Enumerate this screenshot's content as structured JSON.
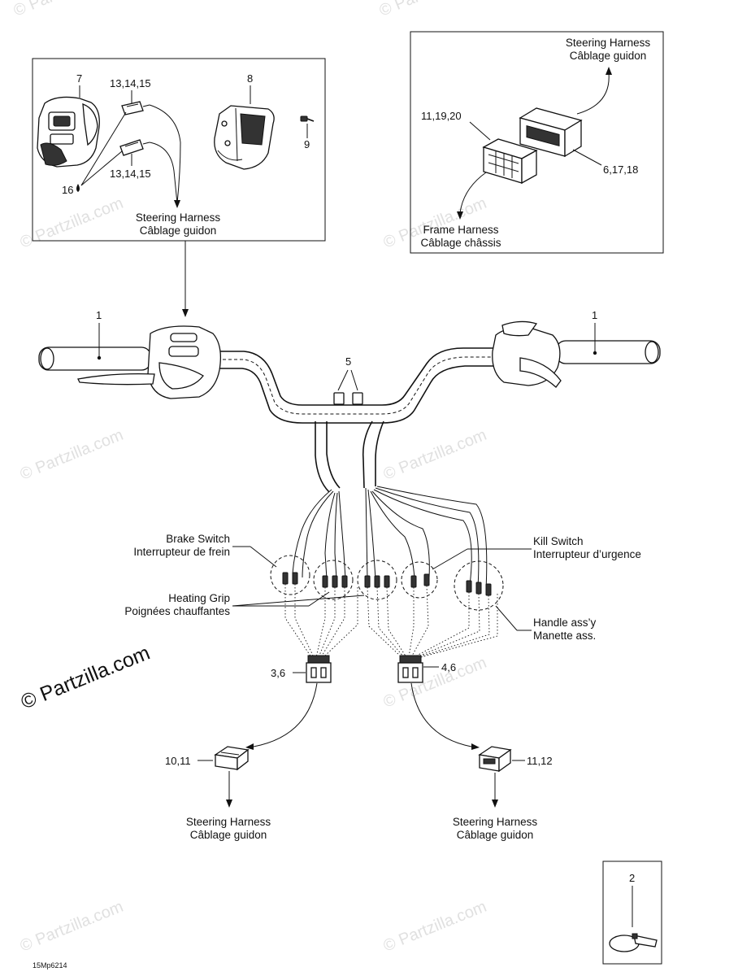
{
  "watermark": "© Partzilla.com",
  "watermark_big": "© Partzilla.com",
  "figure_code": "15Mp6214",
  "inset_left": {
    "callouts": {
      "p7": "7",
      "p8": "8",
      "p9": "9",
      "p13_top": "13,14,15",
      "p13_bottom": "13,14,15",
      "p16": "16"
    },
    "target_line1": "Steering Harness",
    "target_line2": "Câblage guidon"
  },
  "inset_right": {
    "top_line1": "Steering Harness",
    "top_line2": "Câblage guidon",
    "callout_left": "11,19,20",
    "callout_right": "6,17,18",
    "bottom_line1": "Frame Harness",
    "bottom_line2": "Câblage châssis"
  },
  "handlebar": {
    "grip_left_callout": "1",
    "grip_right_callout": "1",
    "center_callout": "5"
  },
  "wiring": {
    "brake_line1": "Brake Switch",
    "brake_line2": "Interrupteur de frein",
    "heating_line1": "Heating Grip",
    "heating_line2": "Poignées chauffantes",
    "kill_line1": "Kill Switch",
    "kill_line2": "Interrupteur d’urgence",
    "handle_line1": "Handle ass’y",
    "handle_line2": "Manette ass.",
    "conn_left_callout": "3,6",
    "conn_right_callout": "4,6",
    "plug_left_callout": "10,11",
    "plug_right_callout": "11,12",
    "left_target_line1": "Steering Harness",
    "left_target_line2": "Câblage guidon",
    "right_target_line1": "Steering Harness",
    "right_target_line2": "Câblage guidon"
  },
  "tie_box": {
    "callout": "2"
  }
}
